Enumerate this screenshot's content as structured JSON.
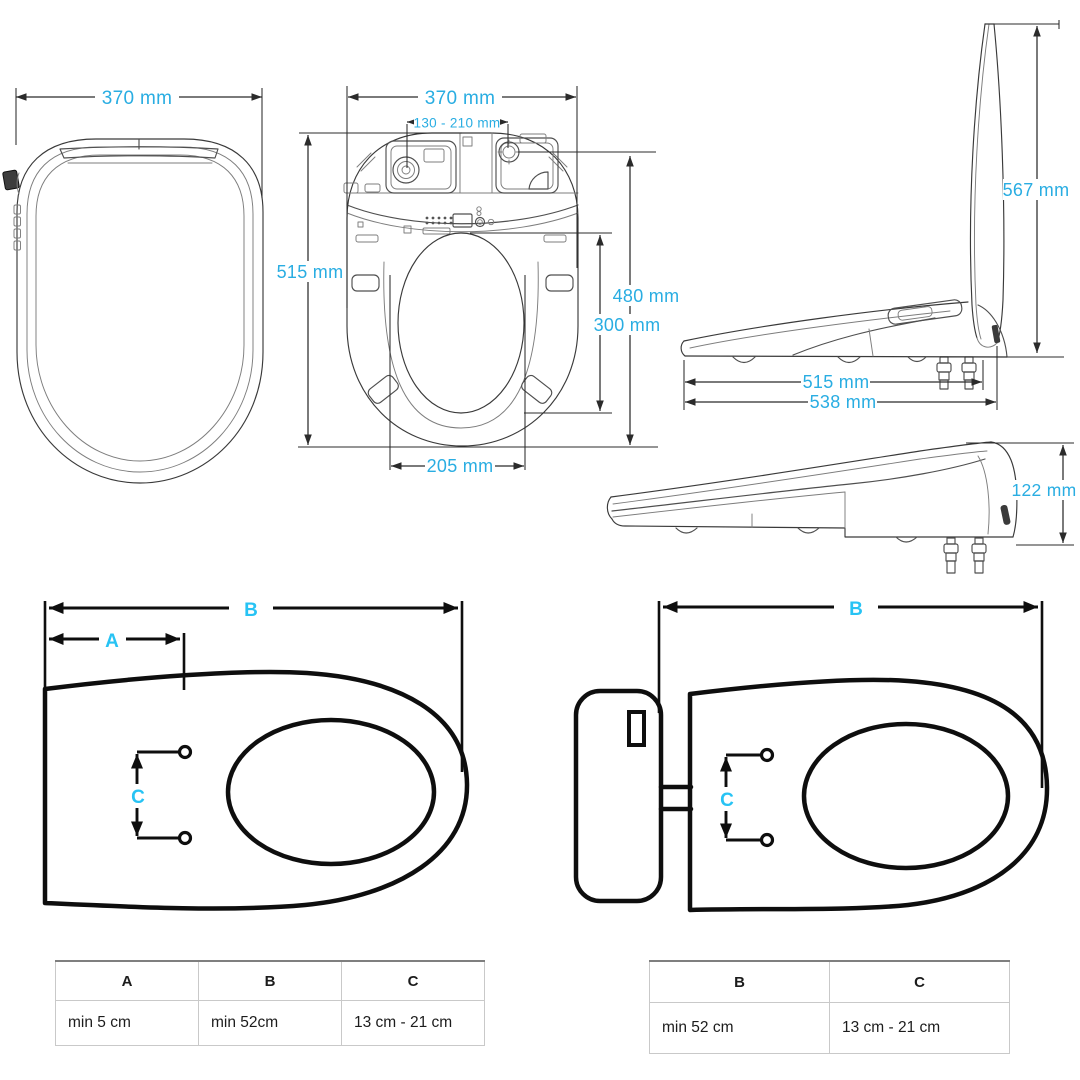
{
  "colors": {
    "dimension_text": "#29ade2",
    "letter_text": "#27c3f4",
    "line_art": "#4f4f4f",
    "bold_line": "#0e0e0e"
  },
  "top_left_view": {
    "name": "top view closed lid",
    "width": "370 mm"
  },
  "top_middle_view": {
    "name": "top view lid open",
    "width": "370 mm",
    "hole_spacing": "130 - 210 mm",
    "total_length": "515 mm",
    "seat_length": "480 mm",
    "opening_length": "300 mm",
    "opening_width": "205 mm"
  },
  "top_right_view": {
    "name": "side view lid open",
    "open_height": "567 mm",
    "seat_depth": "515 mm",
    "total_depth": "538 mm"
  },
  "middle_right_view": {
    "name": "side view lid closed",
    "closed_height": "122 mm"
  },
  "bottom_left_view": {
    "name": "bowl without tank",
    "dim_a": "A",
    "dim_b": "B",
    "dim_c": "C"
  },
  "bottom_right_view": {
    "name": "bowl with tank",
    "dim_b": "B",
    "dim_c": "C"
  },
  "left_table": {
    "headers": [
      "A",
      "B",
      "C"
    ],
    "values": [
      "min 5 cm",
      "min 52cm",
      "13 cm - 21 cm"
    ]
  },
  "right_table": {
    "headers": [
      "B",
      "C"
    ],
    "values": [
      "min 52 cm",
      "13 cm - 21 cm"
    ]
  }
}
